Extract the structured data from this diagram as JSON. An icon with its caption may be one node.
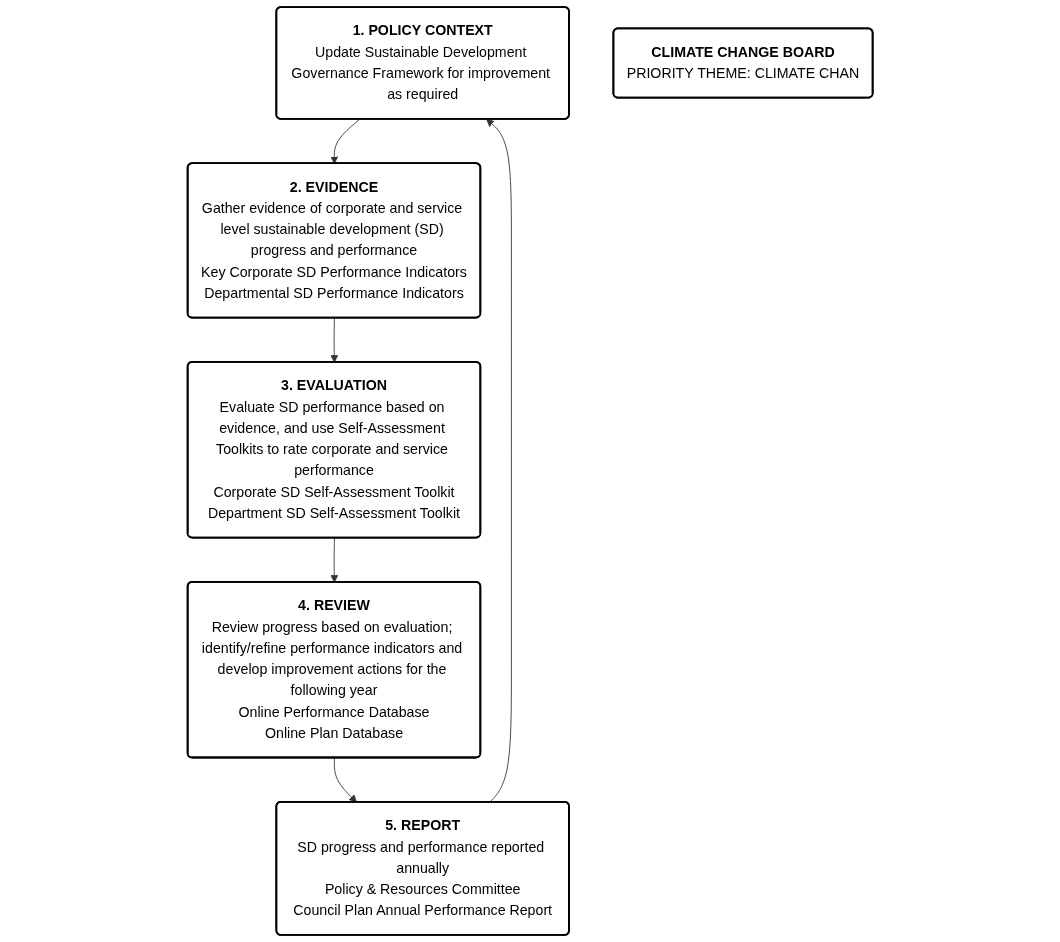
{
  "diagram": {
    "nodes": [
      {
        "text": [
          "1. POLICY CONTEXT",
          "Update Sustainable Development Governance Framework for improvement as required"
        ]
      },
      {
        "text": [
          "2. EVIDENCE",
          "Gather evidence of corporate and service level sustainable development (SD) progress and performance",
          "Key Corporate SD Performance Indicators",
          "Departmental SD Performance Indicators"
        ]
      },
      {
        "text": [
          "3. EVALUATION",
          "Evaluate SD performance based on evidence, and use Self-Assessment Toolkits to rate corporate and service performance",
          "Corporate SD Self-Assessment Toolkit",
          "Department SD Self-Assessment Toolkit"
        ]
      },
      {
        "text": [
          "4. REVIEW",
          "Review progress based on evaluation; identify/refine performance indicators and develop improvement actions for the following year",
          "Online Performance Database",
          "Online Plan Database"
        ]
      },
      {
        "text": [
          "5. REPORT",
          "SD progress and performance reported annually",
          "Policy & Resources Committee",
          "Council Plan Annual Performance Report"
        ]
      },
      {
        "text": [
          "CLIMATE CHANGE BOARD",
          "PRIORITY THEME: CLIMATE CHAN"
        ]
      }
    ],
    "edges": [
      {
        "from": 0,
        "to": 1,
        "arrow": "to"
      },
      {
        "from": 1,
        "to": 2,
        "arrow": "to"
      },
      {
        "from": 2,
        "to": 3,
        "arrow": "to"
      },
      {
        "from": 3,
        "to": 4,
        "arrow": "to"
      },
      {
        "from": 4,
        "to": 0,
        "arrow": "to"
      }
    ]
  }
}
